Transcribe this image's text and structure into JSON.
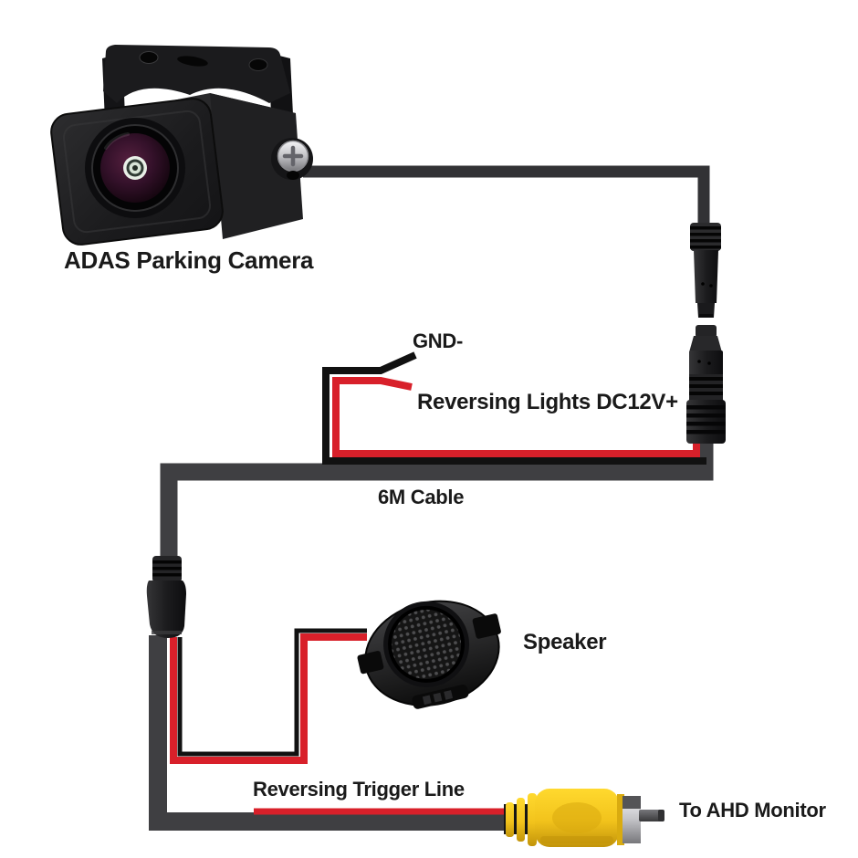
{
  "labels": {
    "camera": "ADAS Parking Camera",
    "gnd": "GND-",
    "reversing_lights": "Reversing Lights DC12V+",
    "cable": "6M Cable",
    "speaker": "Speaker",
    "trigger": "Reversing Trigger Line",
    "monitor": "To AHD Monitor"
  },
  "colors": {
    "background": "#ffffff",
    "text": "#1a1a1a",
    "wire_red": "#d8202a",
    "wire_black": "#111111",
    "cable_gray": "#3f3f42",
    "camera_cable_gray": "#323235",
    "rca_yellow": "#f2c31c"
  },
  "components": {
    "camera": "ADAS parking camera with mounting bracket and fisheye lens",
    "male_connector": "4-pin male aviation connector",
    "female_connector": "4-pin female aviation connector",
    "inline_connector": "inline cable connector",
    "speaker": "round alert speaker with mesh grille",
    "rca_plug": "yellow RCA video plug"
  }
}
